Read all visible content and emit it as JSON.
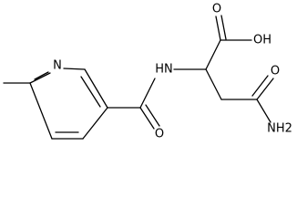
{
  "diagram": {
    "type": "chemical-structure",
    "atom_labels": {
      "pyridine_n": "N",
      "amide_nh": "HN",
      "amide_o": "O",
      "acid_o": "O",
      "acid_oh": "OH",
      "terminal_o": "O",
      "terminal_nh2": "NH2"
    },
    "colors": {
      "bond": "#000000",
      "text": "#000000",
      "background": "#ffffff"
    }
  }
}
